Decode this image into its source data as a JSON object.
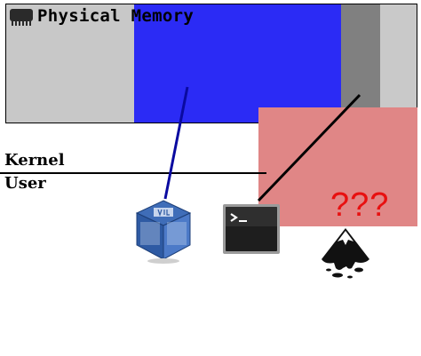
{
  "memory": {
    "title": "Physical Memory",
    "icon": "ram-chip-icon"
  },
  "layers": {
    "kernel": "Kernel",
    "user": "User"
  },
  "unknown_label": "???",
  "apps": [
    {
      "name": "virtualbox-icon"
    },
    {
      "name": "terminal-icon"
    },
    {
      "name": "inkscape-icon"
    }
  ],
  "colors": {
    "memory_gray": "#c8c8c8",
    "memory_blue": "#2b2bf5",
    "memory_dark_gray": "#808080",
    "pink_region": "#e08686",
    "question_red": "#e81010",
    "vbox_line": "#0a0aa0"
  }
}
